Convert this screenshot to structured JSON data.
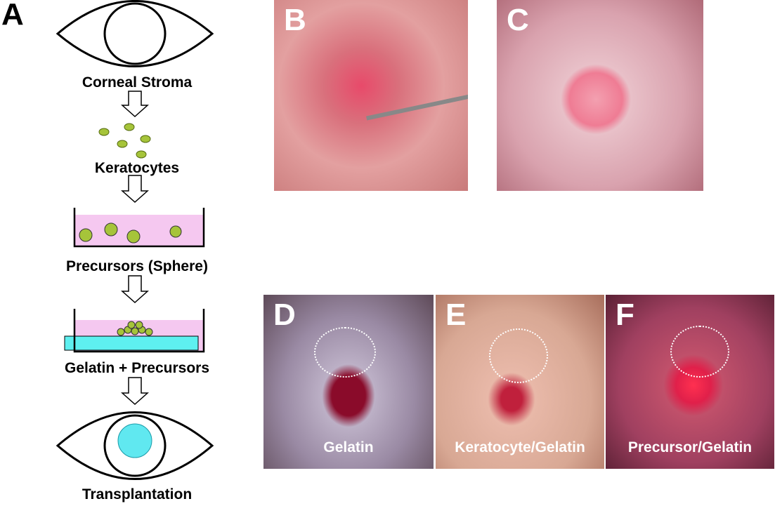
{
  "panel_a": {
    "letter": "A",
    "steps": [
      "Corneal Stroma",
      "Keratocytes",
      "Precursors (Sphere)",
      "Gelatin + Precursors",
      "Transplantation"
    ]
  },
  "panels": [
    {
      "letter": "B",
      "caption": ""
    },
    {
      "letter": "C",
      "caption": ""
    },
    {
      "letter": "D",
      "caption": "Gelatin"
    },
    {
      "letter": "E",
      "caption": "Keratocyte/Gelatin"
    },
    {
      "letter": "F",
      "caption": "Precursor/Gelatin"
    }
  ],
  "colors": {
    "dish": "#f5c8f0",
    "gelatin": "#5ef0f0",
    "cell": "#a6c43a",
    "graft": "#60e8f0"
  }
}
